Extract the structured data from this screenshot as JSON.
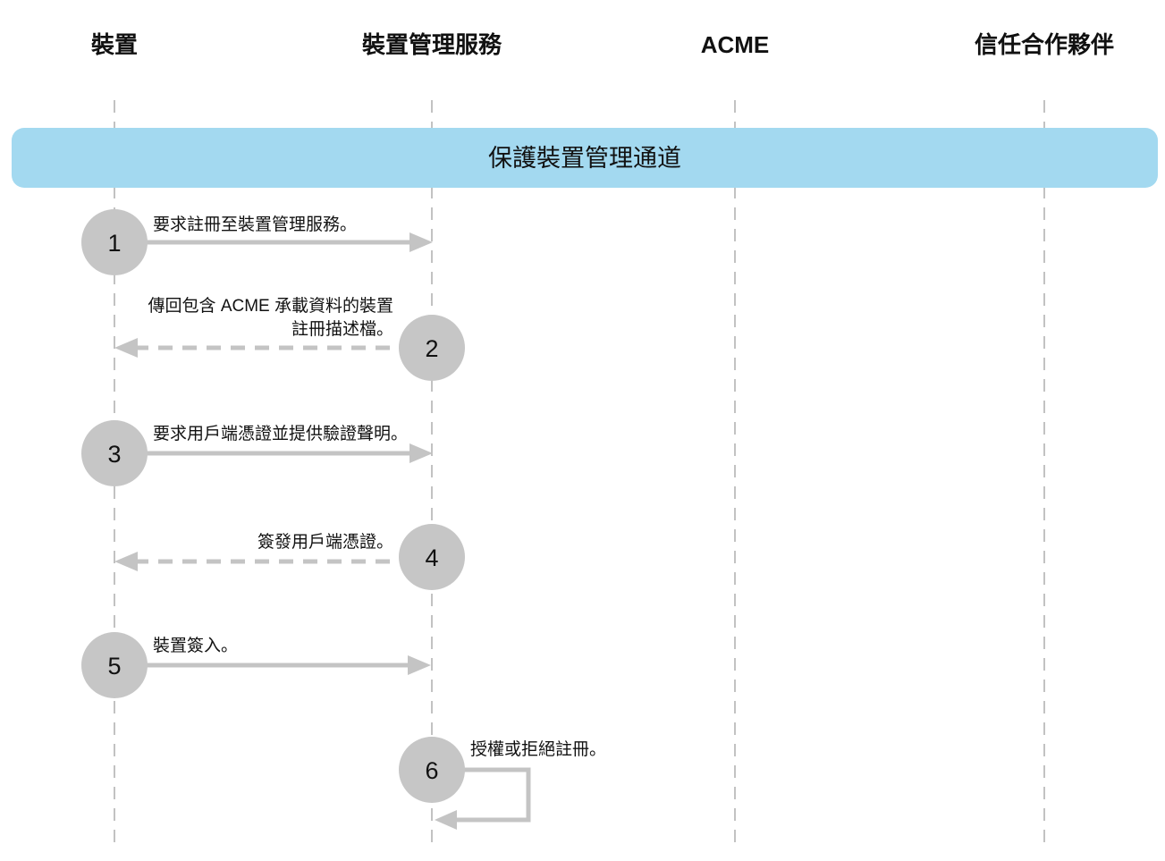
{
  "participants": [
    "裝置",
    "裝置管理服務",
    "ACME",
    "信任合作夥伴"
  ],
  "channel": {
    "label": "保護裝置管理通道",
    "color": "#a3d9f0"
  },
  "steps": [
    {
      "number": "1",
      "label": [
        "要求註冊至裝置管理服務。"
      ],
      "from": "裝置",
      "to": "裝置管理服務",
      "style": "solid"
    },
    {
      "number": "2",
      "label": [
        "傳回包含 ACME 承載資料的裝置",
        "註冊描述檔。"
      ],
      "from": "裝置管理服務",
      "to": "裝置",
      "style": "dashed"
    },
    {
      "number": "3",
      "label": [
        "要求用戶端憑證並提供驗證聲明。"
      ],
      "from": "裝置",
      "to": "裝置管理服務",
      "style": "solid"
    },
    {
      "number": "4",
      "label": [
        "簽發用戶端憑證。"
      ],
      "from": "裝置管理服務",
      "to": "裝置",
      "style": "dashed"
    },
    {
      "number": "5",
      "label": [
        "裝置簽入。"
      ],
      "from": "裝置",
      "to": "裝置管理服務",
      "style": "solid"
    },
    {
      "number": "6",
      "label": [
        "授權或拒絕註冊。"
      ],
      "from": "裝置管理服務",
      "to": "裝置管理服務",
      "style": "solid"
    }
  ],
  "colors": {
    "arrow": "#c4c4c4",
    "step_circle": "#c6c6c6",
    "lifeline": "#9a9a9a"
  }
}
